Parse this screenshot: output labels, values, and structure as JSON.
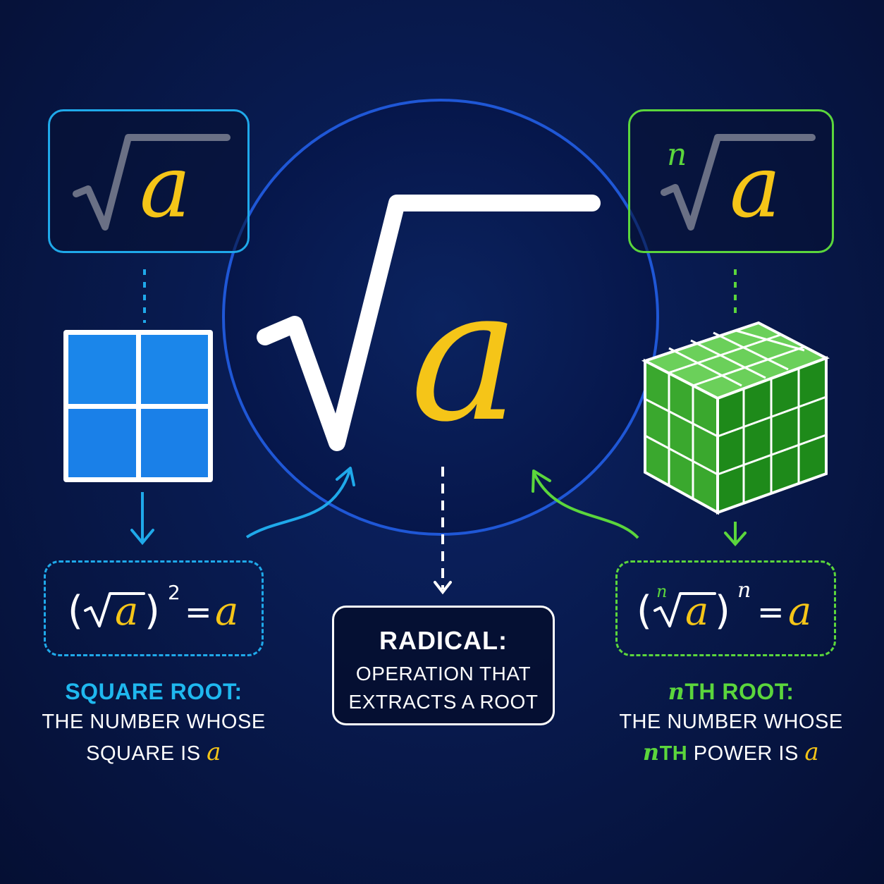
{
  "colors": {
    "background": "#081a4e",
    "square_accent": "#1fa9ea",
    "nth_accent": "#5bd63c",
    "variable_a": "#f5c518",
    "radical_white": "#ffffff"
  },
  "symbols": {
    "variable": "a",
    "index": "n",
    "square_exponent": "2",
    "nth_exponent": "n",
    "equals": "="
  },
  "icons": {
    "square_grid": "square-grid-icon",
    "cube_grid": "cube-grid-icon"
  },
  "center_box": {
    "title": "RADICAL:",
    "line1": "OPERATION THAT",
    "line2": "EXTRACTS A ROOT"
  },
  "left_caption": {
    "heading": "SQUARE ROOT:",
    "line1": "THE NUMBER WHOSE",
    "line2_prefix": "SQUARE IS ",
    "line2_var": "a"
  },
  "right_caption": {
    "heading_var": "n",
    "heading_suffix": "TH ROOT:",
    "line1": "THE NUMBER WHOSE",
    "line2_var_n": "n",
    "line2_mid": "TH POWER IS ",
    "line2_var_a": "a"
  }
}
